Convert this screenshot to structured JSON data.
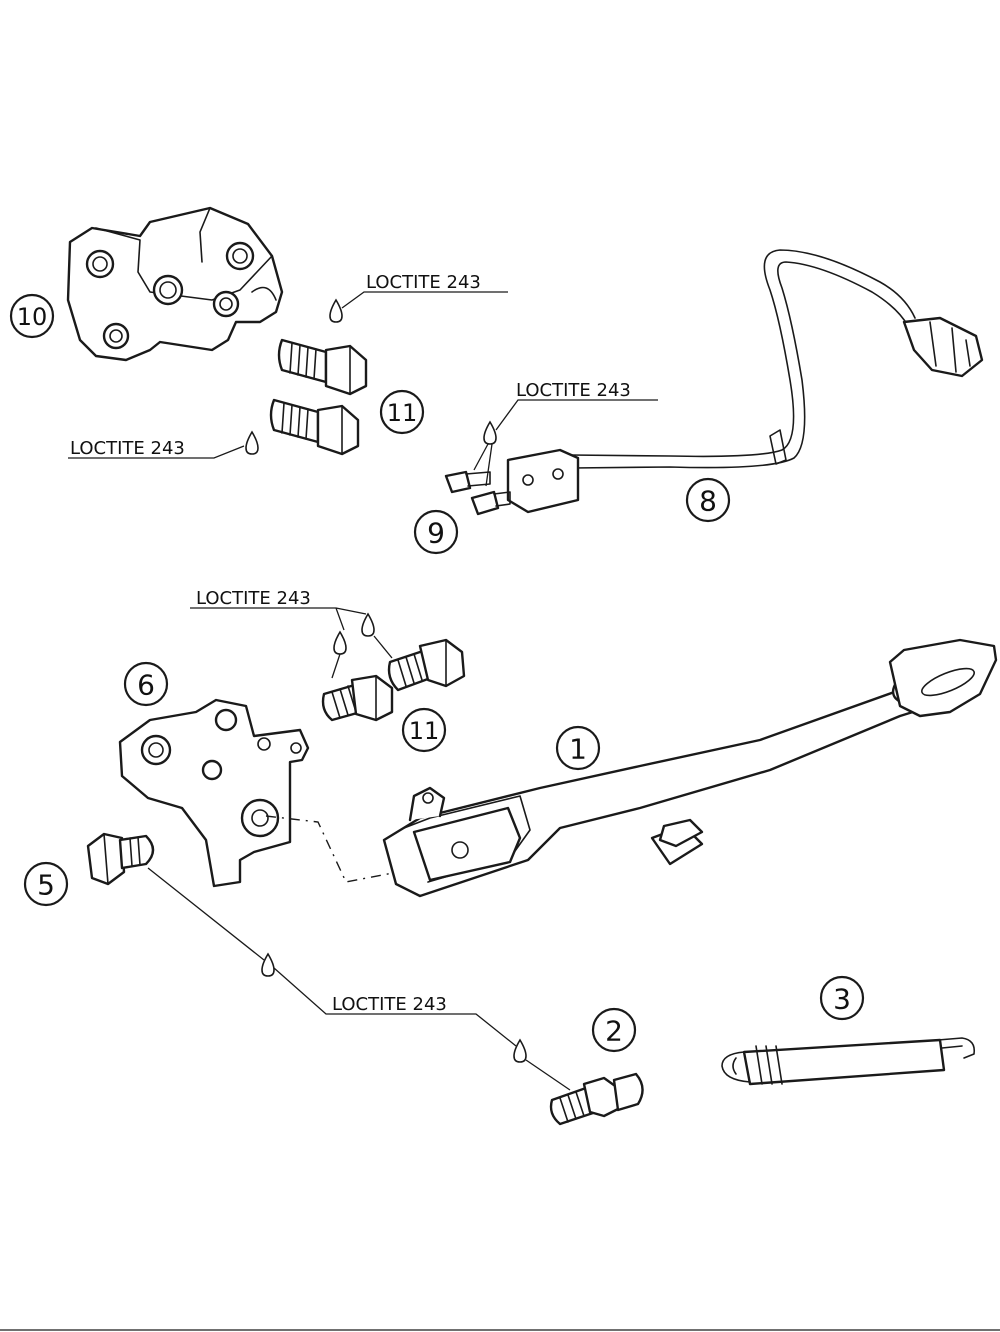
{
  "callouts": {
    "c1": "1",
    "c2": "2",
    "c3": "3",
    "c5": "5",
    "c6": "6",
    "c8": "8",
    "c9": "9",
    "c10": "10",
    "c11a": "11",
    "c11b": "11"
  },
  "notes": {
    "n1": "LOCTITE 243",
    "n2": "LOCTITE 243",
    "n3": "LOCTITE 243",
    "n4": "LOCTITE 243",
    "n5": "LOCTITE 243"
  }
}
